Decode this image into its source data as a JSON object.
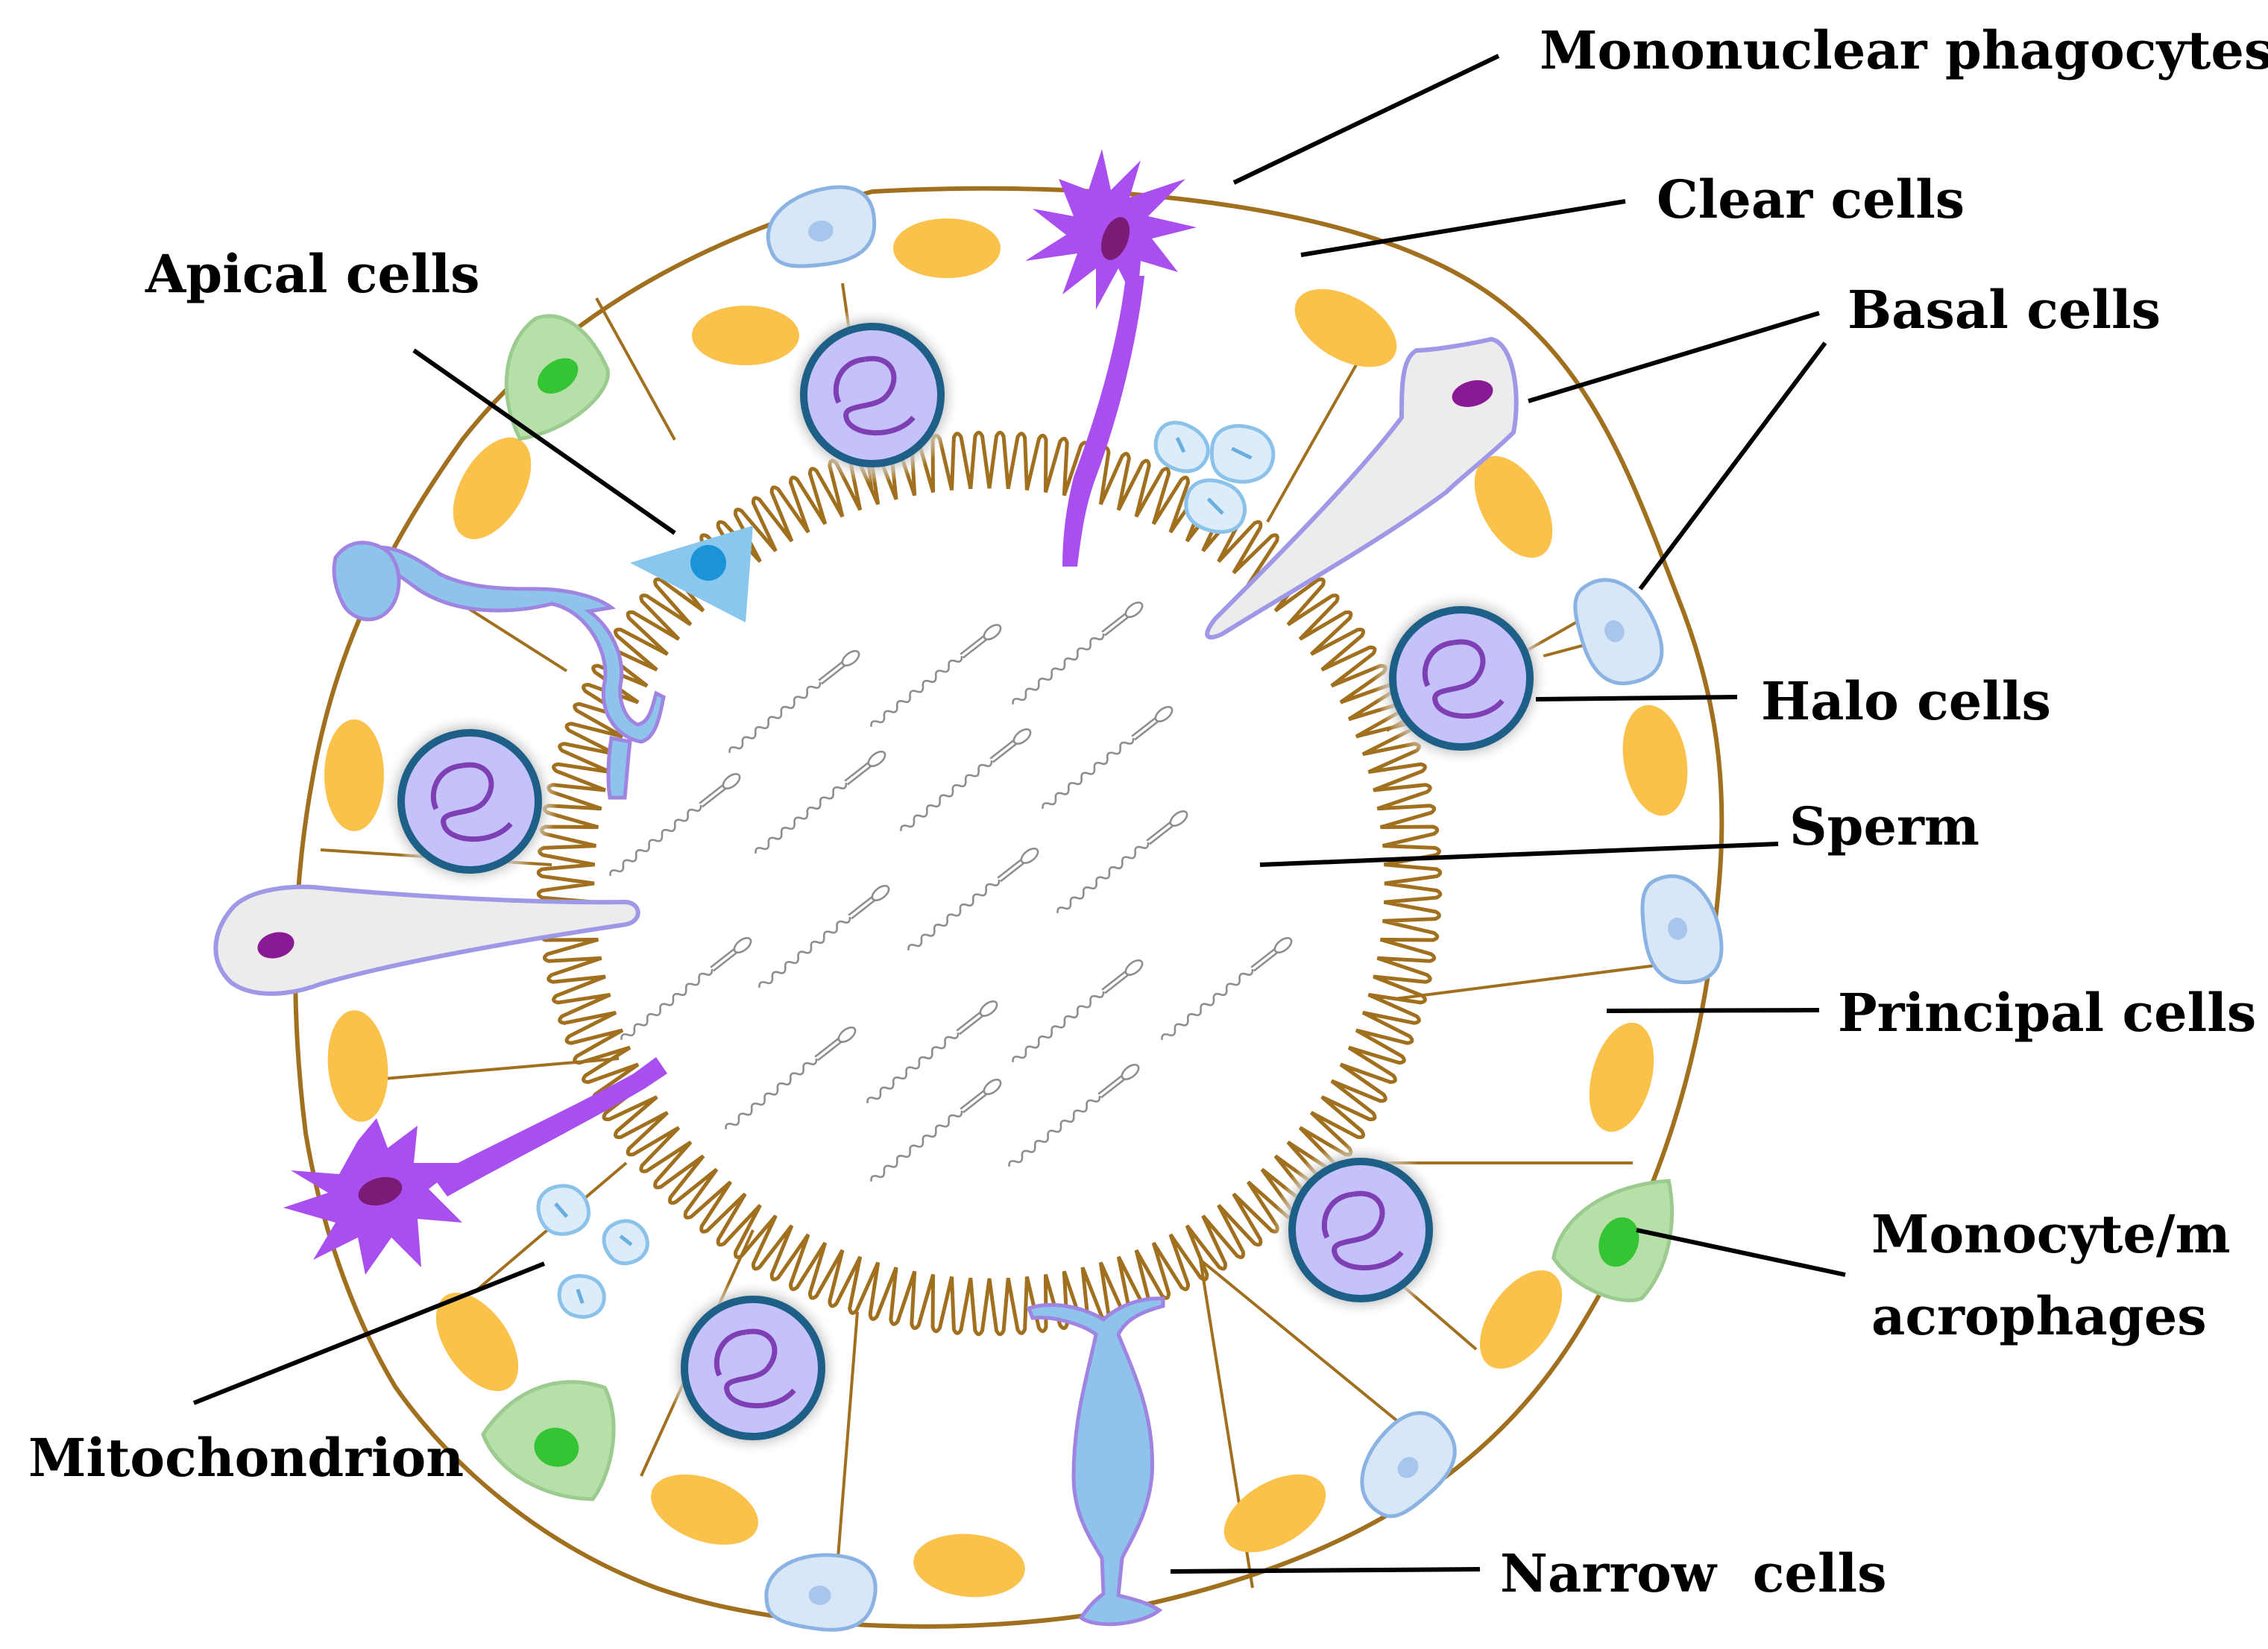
{
  "labels": {
    "mononuclear_phagocytes": "Mononuclear phagocytes",
    "clear_cells": "Clear cells",
    "apical_cells": "Apical cells",
    "basal_cells": "Basal cells",
    "halo_cells": "Halo cells",
    "sperm": "Sperm",
    "principal_cells": "Principal cells",
    "monocyte_line1": "Monocyte/m",
    "monocyte_line2": "acrophages",
    "mitochondrion": "Mitochondrion",
    "narrow_cells": "Narrow  cells"
  },
  "colors": {
    "tubule_wall": "#a0701f",
    "principal_cell_nuclei": "#fbc24b",
    "halo_cell": "#c5c1fa",
    "halo_ring": "#1e5f88",
    "clear_cell": "#d8e7f7",
    "macrophage": "#b7e0a8",
    "mononuclear_phagocyte": "#a94ff0",
    "narrow_cell": "#8ec3eb",
    "apical_cell": "#8ac7ef"
  },
  "icons": {
    "halo_cell": "halo-cell-icon",
    "clear_cell": "clear-cell-icon",
    "monocyte_macrophage": "monocyte-macrophage-icon",
    "basal_cell": "basal-cell-icon",
    "narrow_cell": "narrow-cell-icon",
    "mononuclear_phagocyte": "mononuclear-phagocyte-icon",
    "apical_cell": "apical-cell-icon",
    "mitochondrion": "mitochondrion-icon",
    "sperm": "sperm-icon"
  }
}
